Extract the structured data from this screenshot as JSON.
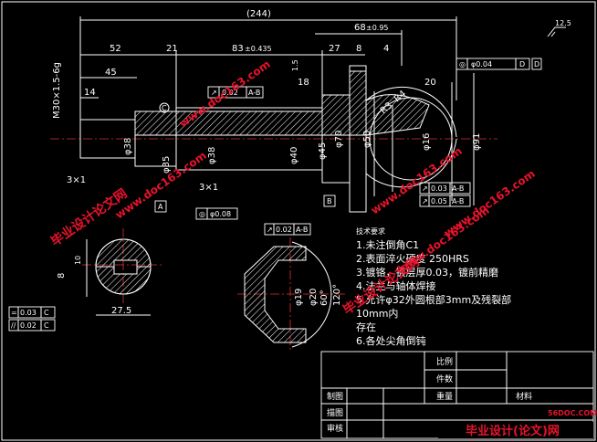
{
  "dims": {
    "overall": "(244)",
    "d68": "68",
    "d68_tol": "±0.95",
    "d52": "52",
    "d21": "21",
    "d83": "83",
    "d83_tol": "±0.435",
    "d27": "27",
    "d8": "8",
    "d4": "4",
    "d45": "45",
    "d14": "14",
    "d18": "18",
    "d20": "20",
    "d1_5": "1.5",
    "d3x1_left": "3×1",
    "d3x1_mid": "3×1",
    "thread": "M30×1.5-6g",
    "dia_38": "φ38",
    "dia_35": "φ35",
    "dia_38b": "φ38",
    "dia_40": "φ40",
    "dia_45": "φ45",
    "dia_70": "φ70",
    "dia_50": "φ50",
    "dia_16": "φ16",
    "dia_91": "φ91",
    "r3": "R3",
    "r4": "R4",
    "dia_19": "φ19",
    "dia_20": "φ20",
    "angle_60": "60°",
    "angle_120": "120°",
    "d27_section": "27.5",
    "d10": "10",
    "d8_section": "8"
  },
  "tolerance_frames": [
    {
      "sym": "↗",
      "val": "0.02",
      "ref": "A-B"
    },
    {
      "sym": "◎",
      "val": "φ0.04",
      "ref": "D"
    },
    {
      "sym": "◎",
      "val": "φ0.08",
      "ref": ""
    },
    {
      "sym": "↗",
      "val": "0.02",
      "ref": "A-B"
    },
    {
      "sym": "↗",
      "val": "0.03",
      "ref": "A-B"
    },
    {
      "sym": "↗",
      "val": "0.05",
      "ref": "A-B"
    },
    {
      "sym": "=",
      "val": "0.03",
      "ref": "C"
    },
    {
      "sym": "//",
      "val": "0.02",
      "ref": "C"
    }
  ],
  "datum_labels": [
    "A",
    "B",
    "C",
    "D"
  ],
  "roughness": "12.5",
  "notes": {
    "heading": "技术要求",
    "items": [
      "1.未注倒角C1",
      "2.表面淬火硬度 250HRS",
      "3.镀铬，镀层厚0.03，镀前精磨",
      "4.法兰与轴体焊接",
      "5.允许φ32外圆根部3mm及残裂部",
      "   10mm内",
      "   存在",
      "6.各处尖角倒钝"
    ]
  },
  "title_block": {
    "scale_label": "比例",
    "quantity_label": "件数",
    "drawn_label": "制图",
    "weight_label": "重量",
    "material_label": "材料",
    "drafter_label": "描图",
    "reviewer_label": "审核"
  },
  "watermarks": {
    "main": "毕业设计论文网",
    "url": "www.doc163.com",
    "site": "56DOC.COM",
    "footer": "毕业设计(论文)网"
  }
}
